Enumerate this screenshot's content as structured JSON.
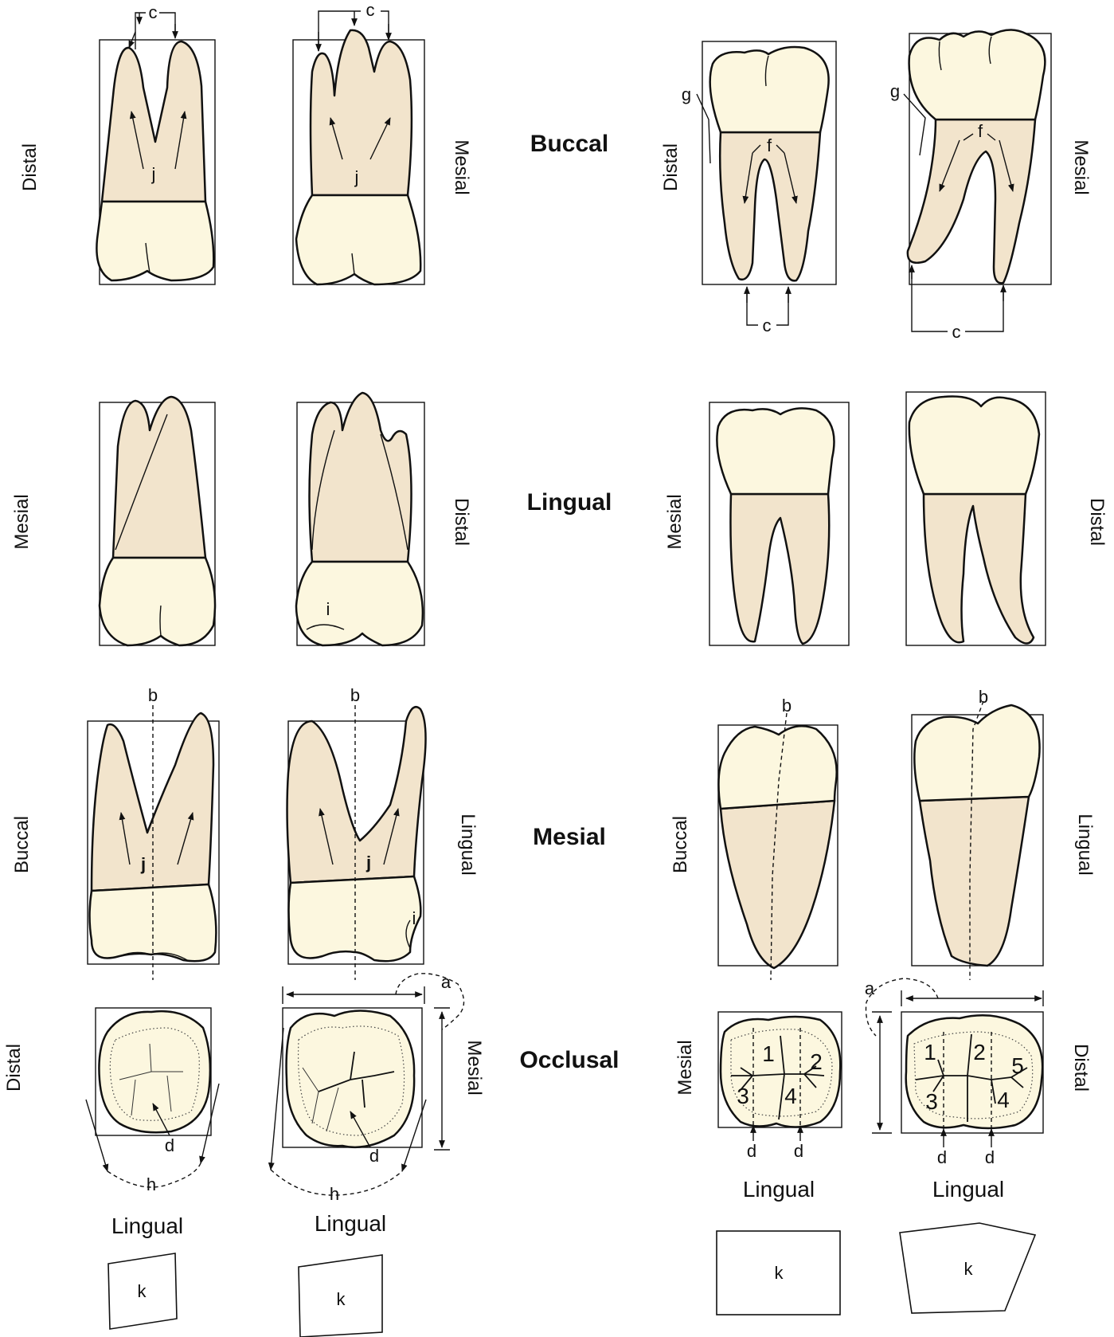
{
  "views": {
    "buccal": "Buccal",
    "lingual": "Lingual",
    "mesial": "Mesial",
    "occlusal": "Occlusal"
  },
  "orientation": {
    "distal": "Distal",
    "mesial": "Mesial",
    "buccal": "Buccal",
    "lingual": "Lingual"
  },
  "markers": {
    "a": "a",
    "b": "b",
    "c": "c",
    "d": "d",
    "f": "f",
    "g": "g",
    "h": "h",
    "i": "i",
    "j": "j",
    "k": "k"
  },
  "cusp_numbers": [
    "1",
    "2",
    "3",
    "4",
    "5"
  ],
  "colors": {
    "root": "#f2e4cc",
    "crown": "#fcf7df",
    "outline": "#111111"
  }
}
